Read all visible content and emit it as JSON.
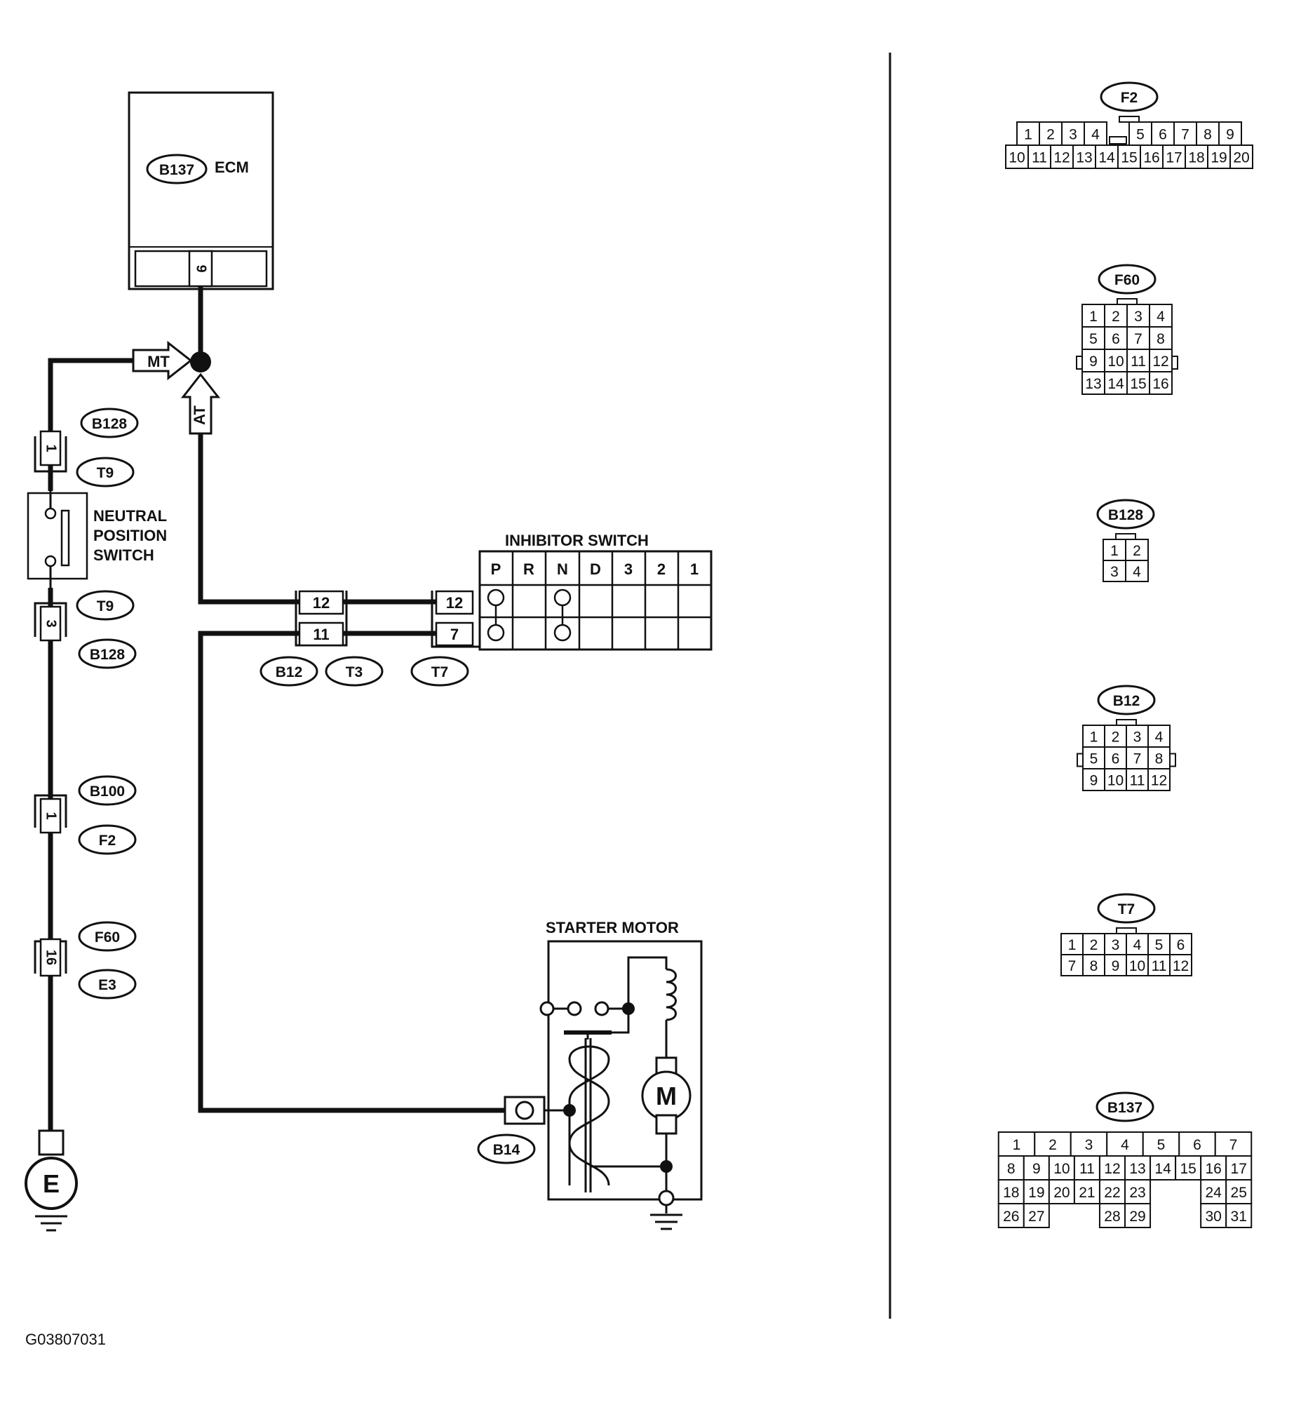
{
  "ecm": {
    "label": "ECM",
    "connector": "B137",
    "pin": "9"
  },
  "markers": {
    "mt": "MT",
    "at": "AT"
  },
  "neutral_switch": {
    "lines": [
      "NEUTRAL",
      "POSITION",
      "SWITCH"
    ],
    "top_pin": "1",
    "bottom_pin": "3",
    "top_connectors": [
      "B128",
      "T9"
    ],
    "bottom_connectors": [
      "T9",
      "B128"
    ]
  },
  "joint_b100": {
    "pin": "1",
    "connectors": [
      "B100",
      "F2"
    ]
  },
  "joint_f60": {
    "pin": "16",
    "connectors": [
      "F60",
      "E3"
    ]
  },
  "ground_label": "E",
  "inhibitor": {
    "title": "INHIBITOR SWITCH",
    "positions": [
      "P",
      "R",
      "N",
      "D",
      "3",
      "2",
      "1"
    ],
    "pins_mid": [
      "12",
      "11"
    ],
    "pins_right": [
      "12",
      "7"
    ],
    "connectors": [
      "B12",
      "T3",
      "T7"
    ]
  },
  "starter": {
    "title": "STARTER MOTOR",
    "motor_label": "M",
    "connector": "B14"
  },
  "connector_views": [
    {
      "name": "F2",
      "rows": [
        [
          "1",
          "2",
          "3",
          "4",
          "",
          "5",
          "6",
          "7",
          "8",
          "9"
        ],
        [
          "10",
          "11",
          "12",
          "13",
          "14",
          "15",
          "16",
          "17",
          "18",
          "19",
          "20"
        ]
      ]
    },
    {
      "name": "F60",
      "rows": [
        [
          "1",
          "2",
          "3",
          "4"
        ],
        [
          "5",
          "6",
          "7",
          "8"
        ],
        [
          "9",
          "10",
          "11",
          "12"
        ],
        [
          "13",
          "14",
          "15",
          "16"
        ]
      ]
    },
    {
      "name": "B128",
      "rows": [
        [
          "1",
          "2"
        ],
        [
          "3",
          "4"
        ]
      ]
    },
    {
      "name": "B12",
      "rows": [
        [
          "1",
          "2",
          "3",
          "4"
        ],
        [
          "5",
          "6",
          "7",
          "8"
        ],
        [
          "9",
          "10",
          "11",
          "12"
        ]
      ]
    },
    {
      "name": "T7",
      "rows": [
        [
          "1",
          "2",
          "3",
          "4",
          "5",
          "6"
        ],
        [
          "7",
          "8",
          "9",
          "10",
          "11",
          "12"
        ]
      ]
    },
    {
      "name": "B137",
      "rows": [
        [
          "1",
          "2",
          "3",
          "4",
          "5",
          "6",
          "7"
        ],
        [
          "8",
          "9",
          "10",
          "11",
          "12",
          "13",
          "14",
          "15",
          "16",
          "17"
        ],
        [
          "18",
          "19",
          "20",
          "21",
          "22",
          "23",
          "",
          "24",
          "25"
        ],
        [
          "26",
          "27",
          "",
          "28",
          "29",
          "",
          "30",
          "31"
        ]
      ]
    }
  ],
  "figure_id": "G03807031"
}
